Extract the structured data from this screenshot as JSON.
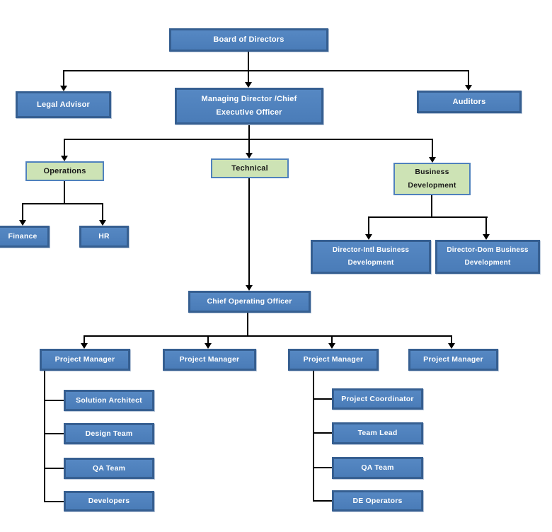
{
  "colors": {
    "node_blue_fill": "#4f81bd",
    "node_blue_border": "#365f91",
    "node_green_fill": "#cde3b5",
    "node_green_border": "#4f81bd",
    "node_text_light": "#ffffff",
    "node_text_dark": "#1a1a1a",
    "connector": "#000000",
    "background": "#ffffff"
  },
  "nodes": {
    "board_of_directors": "Board of Directors",
    "legal_advisor": "Legal Advisor",
    "managing_director": "Managing Director /Chief\nExecutive Officer",
    "auditors": "Auditors",
    "operations": "Operations",
    "technical": "Technical",
    "business_development": "Business\nDevelopment",
    "finance": "Finance",
    "hr": "HR",
    "director_intl": "Director-Intl Business\nDevelopment",
    "director_dom": "Director-Dom Business\nDevelopment",
    "chief_operating_officer": "Chief Operating Officer",
    "project_manager_1": "Project Manager",
    "project_manager_2": "Project Manager",
    "project_manager_3": "Project Manager",
    "project_manager_4": "Project Manager",
    "solution_architect": "Solution Architect",
    "design_team": "Design Team",
    "qa_team_1": "QA Team",
    "developers": "Developers",
    "project_coordinator": "Project Coordinator",
    "team_lead": "Team Lead",
    "qa_team_2": "QA Team",
    "de_operators": "DE Operators"
  },
  "edges": [
    [
      "board_of_directors",
      "legal_advisor"
    ],
    [
      "board_of_directors",
      "managing_director"
    ],
    [
      "board_of_directors",
      "auditors"
    ],
    [
      "managing_director",
      "operations"
    ],
    [
      "managing_director",
      "technical"
    ],
    [
      "managing_director",
      "business_development"
    ],
    [
      "operations",
      "finance"
    ],
    [
      "operations",
      "hr"
    ],
    [
      "technical",
      "chief_operating_officer"
    ],
    [
      "business_development",
      "director_intl"
    ],
    [
      "business_development",
      "director_dom"
    ],
    [
      "chief_operating_officer",
      "project_manager_1"
    ],
    [
      "chief_operating_officer",
      "project_manager_2"
    ],
    [
      "chief_operating_officer",
      "project_manager_3"
    ],
    [
      "chief_operating_officer",
      "project_manager_4"
    ],
    [
      "project_manager_1",
      "solution_architect"
    ],
    [
      "project_manager_1",
      "design_team"
    ],
    [
      "project_manager_1",
      "qa_team_1"
    ],
    [
      "project_manager_1",
      "developers"
    ],
    [
      "project_manager_3",
      "project_coordinator"
    ],
    [
      "project_manager_3",
      "team_lead"
    ],
    [
      "project_manager_3",
      "qa_team_2"
    ],
    [
      "project_manager_3",
      "de_operators"
    ]
  ]
}
